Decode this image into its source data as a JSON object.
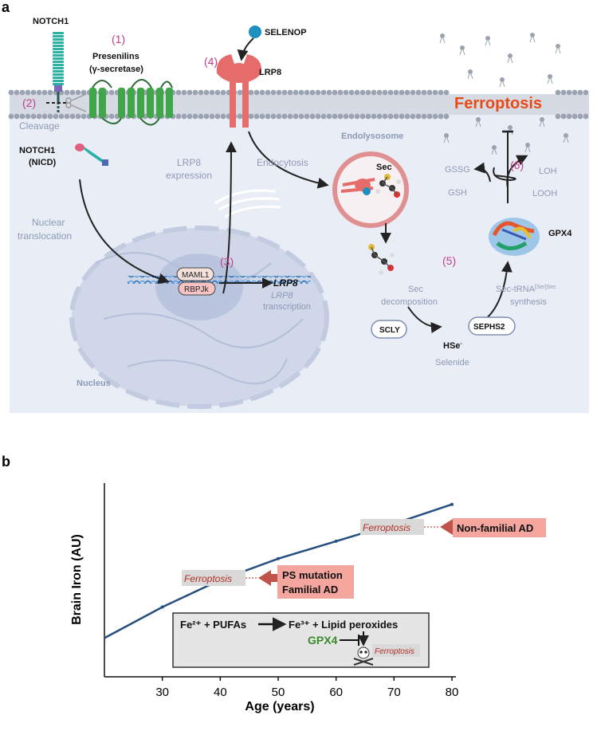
{
  "panel_a": {
    "letter": "a",
    "labels": {
      "notch1": "NOTCH1",
      "step1": "(1)",
      "presenilins": "Presenilins",
      "gamma_secretase": "(γ-secretase)",
      "step2": "(2)",
      "cleavage": "Cleavage",
      "nicd_1": "NOTCH1",
      "nicd_2": "(NICD)",
      "step4": "(4)",
      "selenop": "SELENOP",
      "lrp8": "LRP8",
      "ferroptosis": "Ferroptosis",
      "endolysosome": "Endolysosome",
      "endocytosis": "Endocytosis",
      "lrp8_expr_1": "LRP8",
      "lrp8_expr_2": "expression",
      "sec": "Sec",
      "gssg": "GSSG",
      "gsh": "GSH",
      "step6": "(6)",
      "loh": "LOH",
      "looh": "LOOH",
      "gpx4": "GPX4",
      "nuclear_1": "Nuclear",
      "nuclear_2": "translocation",
      "maml1": "MAML1",
      "rbpjk": "RBPJk",
      "step3": "(3)",
      "lrp8_gene": "LRP8",
      "transcription_gene": "LRP8",
      "transcription": "transcription",
      "step5": "(5)",
      "sec_decomp_1": "Sec",
      "sec_decomp_2": "decomposition",
      "sec_trna": "Sec-tRNA",
      "sec_trna_sup": "[Ser]Sec",
      "synthesis": "synthesis",
      "scly": "SCLY",
      "hse": "HSe",
      "hse_sup": "-",
      "sephs2": "SEPHS2",
      "selenide": "Selenide",
      "nucleus": "Nucleus"
    }
  },
  "panel_b": {
    "letter": "b",
    "labels": {
      "ferro_upper": "Ferroptosis",
      "nonfamilial": "Non-familial AD",
      "ferro_lower": "Ferroptosis",
      "ps_mutation": "PS mutation",
      "familial": "Familial AD",
      "reaction_left": "Fe²⁺ + PUFAs",
      "reaction_right": "Fe³⁺ + Lipid peroxides",
      "gpx4": "GPX4",
      "ferro_box": "Ferroptosis"
    }
  },
  "chart_data": {
    "type": "line",
    "title": "",
    "xlabel": "Age (years)",
    "ylabel": "Brain Iron (AU)",
    "xlim": [
      20,
      80
    ],
    "x_ticks": [
      30,
      40,
      50,
      60,
      70,
      80
    ],
    "grid": false,
    "series": [
      {
        "x": [
          20,
          30,
          40,
          50,
          60,
          70,
          80
        ],
        "y": [
          0.2,
          0.36,
          0.5,
          0.61,
          0.7,
          0.79,
          0.89
        ]
      }
    ],
    "colors": {
      "line": "#244f7e",
      "arrow": "#c0544a",
      "label_box": "#f3a59e",
      "ferro_text": "#b22d24",
      "gpx4": "#3b8a2d"
    }
  }
}
